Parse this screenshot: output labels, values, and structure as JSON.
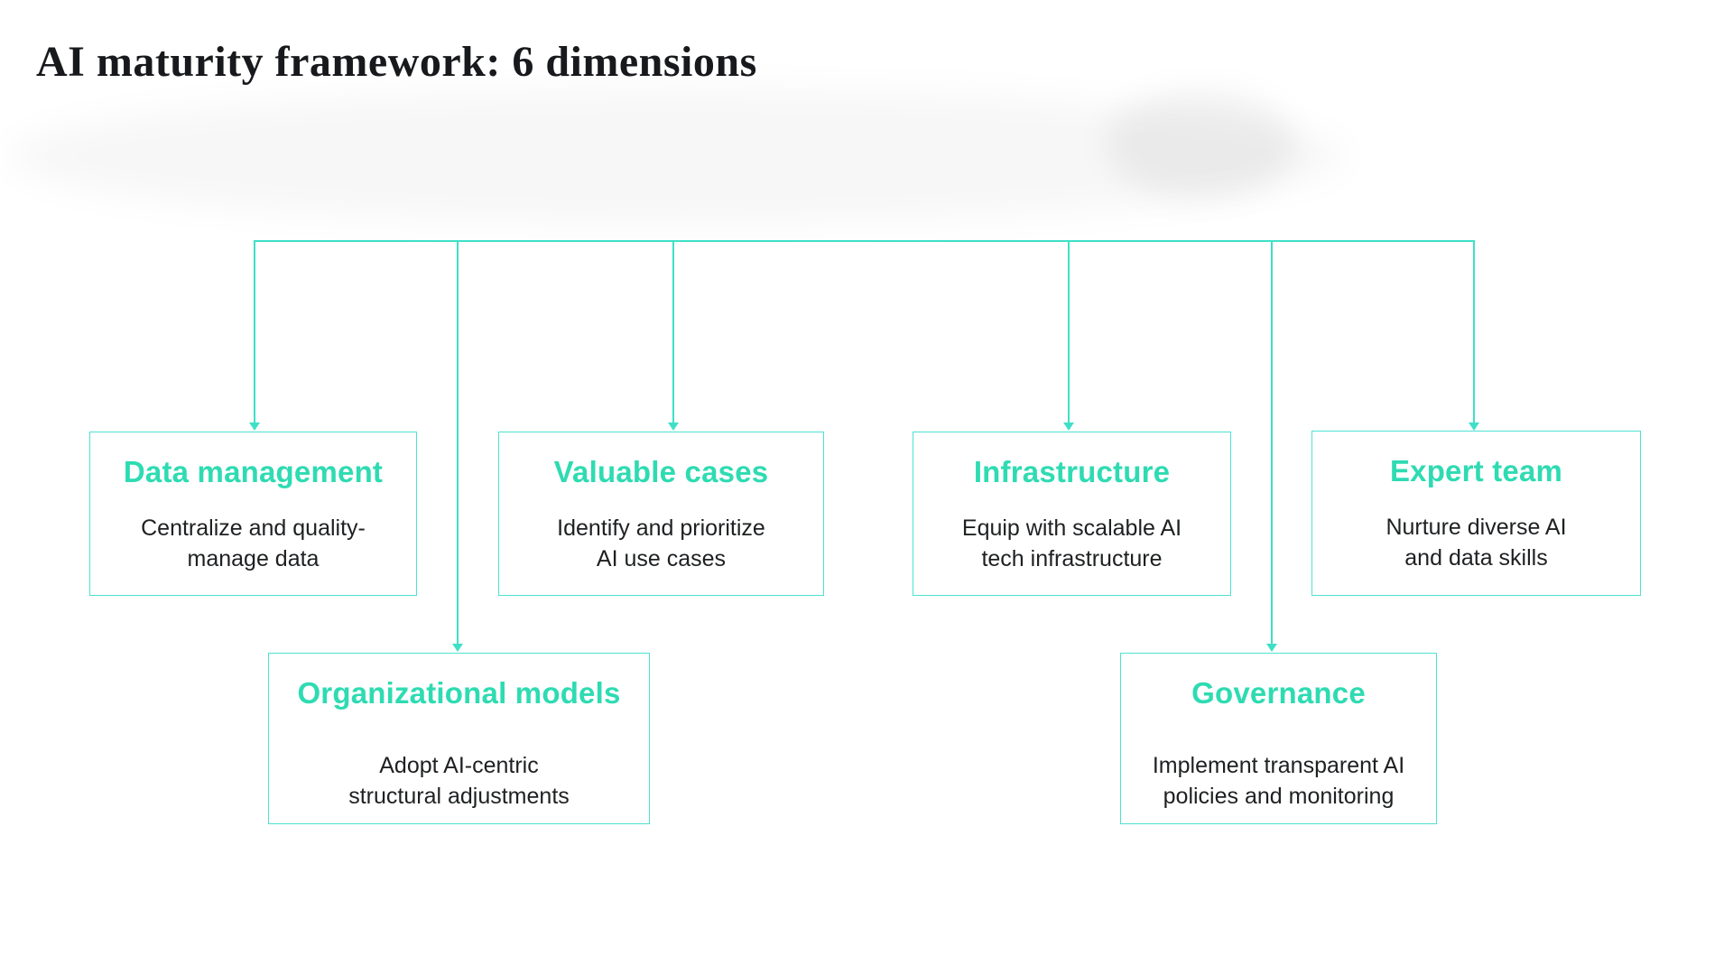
{
  "slide": {
    "title": "AI maturity framework: 6 dimensions"
  },
  "colors": {
    "accent": "#2EDBB2",
    "connector": "#3FE0C7",
    "box_border": "#4DE2D0",
    "body_text": "#1E2022",
    "title_text": "#17191C"
  },
  "nodes": [
    {
      "key": "data-management",
      "heading": "Data management",
      "line1": "Centralize and quality-",
      "line2": "manage data"
    },
    {
      "key": "valuable-cases",
      "heading": "Valuable cases",
      "line1": "Identify and prioritize",
      "line2": "AI use cases"
    },
    {
      "key": "infrastructure",
      "heading": "Infrastructure",
      "line1": "Equip with scalable AI",
      "line2": "tech infrastructure"
    },
    {
      "key": "expert-team",
      "heading": "Expert team",
      "line1": "Nurture diverse AI",
      "line2": "and data skills"
    },
    {
      "key": "organizational-models",
      "heading": "Organizational models",
      "line1": "Adopt AI-centric",
      "line2": "structural adjustments"
    },
    {
      "key": "governance",
      "heading": "Governance",
      "line1": "Implement transparent AI",
      "line2": "policies and monitoring"
    }
  ]
}
